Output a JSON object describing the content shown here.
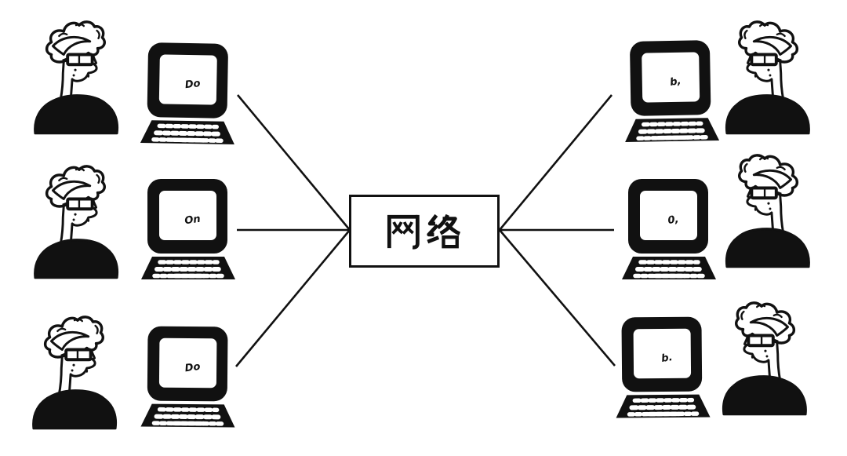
{
  "diagram": {
    "center_node": {
      "label": "网络"
    },
    "left_nodes": [
      {
        "figure": "glasses-user-bust",
        "screen_doodle": "Do"
      },
      {
        "figure": "glasses-user-bust",
        "screen_doodle": "On"
      },
      {
        "figure": "glasses-user-bust",
        "screen_doodle": "Do"
      }
    ],
    "right_nodes": [
      {
        "figure": "glasses-user-bust",
        "screen_doodle": "b,"
      },
      {
        "figure": "glasses-user-bust",
        "screen_doodle": "0,"
      },
      {
        "figure": "glasses-user-bust",
        "screen_doodle": "b."
      }
    ],
    "connections": [
      {
        "from": "left-computer-1",
        "to": "network-box"
      },
      {
        "from": "left-computer-2",
        "to": "network-box"
      },
      {
        "from": "left-computer-3",
        "to": "network-box"
      },
      {
        "from": "right-computer-1",
        "to": "network-box"
      },
      {
        "from": "right-computer-2",
        "to": "network-box"
      },
      {
        "from": "right-computer-3",
        "to": "network-box"
      }
    ],
    "colors": {
      "ink": "#111111",
      "background": "#ffffff"
    }
  }
}
